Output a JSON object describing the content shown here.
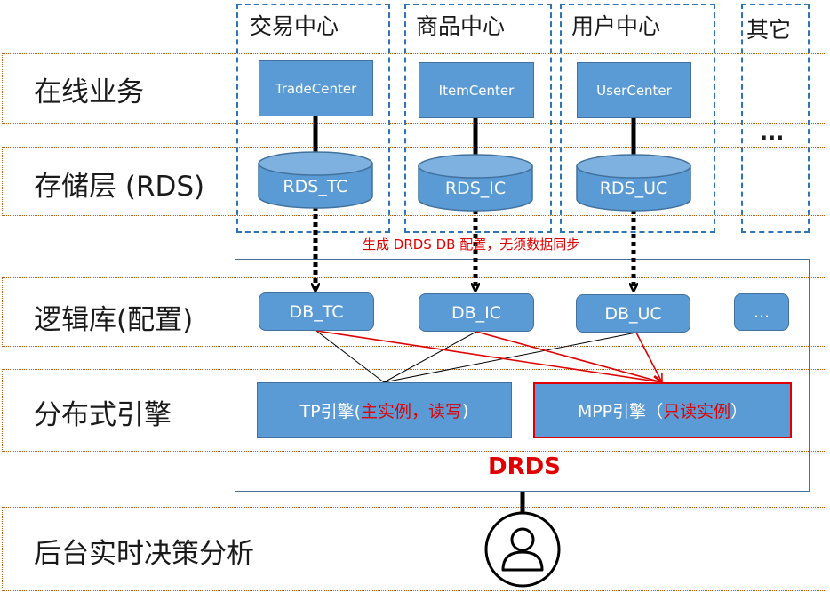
{
  "layers": {
    "online": "在线业务",
    "storage": "存储层 (RDS)",
    "logical": "逻辑库(配置)",
    "engine": "分布式引擎",
    "analysis": "后台实时决策分析"
  },
  "columns": {
    "trade": "交易中心",
    "item": "商品中心",
    "user": "用户中心",
    "other": "其它"
  },
  "services": {
    "trade": "TradeCenter",
    "item": "ItemCenter",
    "user": "UserCenter",
    "other": "..."
  },
  "rds": {
    "trade": "RDS_TC",
    "item": "RDS_IC",
    "user": "RDS_UC"
  },
  "sync_note": "生成 DRDS DB 配置，无须数据同步",
  "dbs": {
    "trade": "DB_TC",
    "item": "DB_IC",
    "user": "DB_UC",
    "other": "..."
  },
  "engines": {
    "tp_prefix": "TP引擎(",
    "tp_highlight": "主实例，读写",
    "tp_suffix": ")",
    "mpp_prefix": "MPP引擎（",
    "mpp_highlight": "只读实例",
    "mpp_suffix": "）"
  },
  "drds_label": "DRDS",
  "colors": {
    "box_fill": "#5b9bd5",
    "box_border": "#41719c",
    "highlight": "#e00000",
    "layer_border": "#c55a11",
    "column_border": "#2e75b6"
  },
  "icons": [
    "user-icon"
  ]
}
